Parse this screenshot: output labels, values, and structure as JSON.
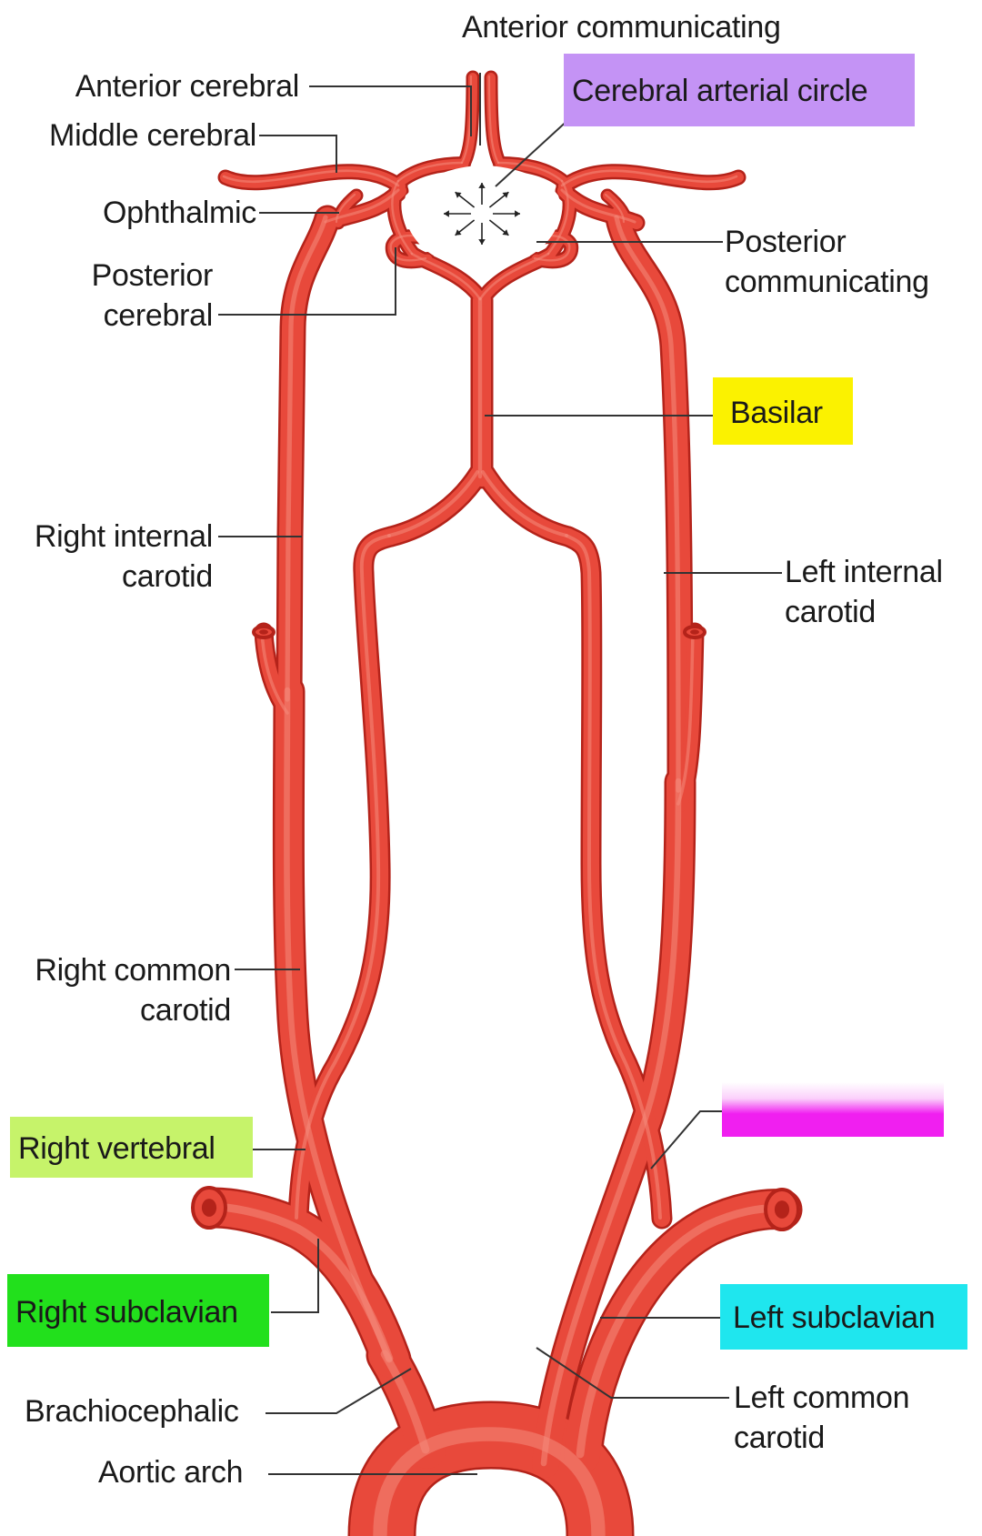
{
  "colors": {
    "artery_fill": "#e8493b",
    "artery_outline": "#b4231a",
    "artery_highlight": "#f48a7c",
    "leader": "#333333",
    "highlight_purple": "#c493f5",
    "highlight_yellow": "#fbf200",
    "highlight_lime": "#c6f36a",
    "highlight_green": "#22e01c",
    "highlight_cyan": "#1fe6ee",
    "highlight_magenta": "#f01ff0"
  },
  "labels": {
    "anterior_communicating": "Anterior communicating",
    "anterior_cerebral": "Anterior cerebral",
    "cerebral_arterial_circle": "Cerebral arterial circle",
    "middle_cerebral": "Middle cerebral",
    "ophthalmic": "Ophthalmic",
    "posterior_cerebral": "Posterior\ncerebral",
    "posterior_communicating": "Posterior\ncommunicating",
    "basilar": "Basilar",
    "right_internal_carotid": "Right internal\ncarotid",
    "left_internal_carotid": "Left internal\ncarotid",
    "right_common_carotid": "Right common\ncarotid",
    "right_vertebral": "Right vertebral",
    "right_subclavian": "Right subclavian",
    "left_subclavian": "Left subclavian",
    "brachiocephalic": "Brachiocephalic",
    "left_common_carotid": "Left common\ncarotid",
    "aortic_arch": "Aortic arch"
  }
}
